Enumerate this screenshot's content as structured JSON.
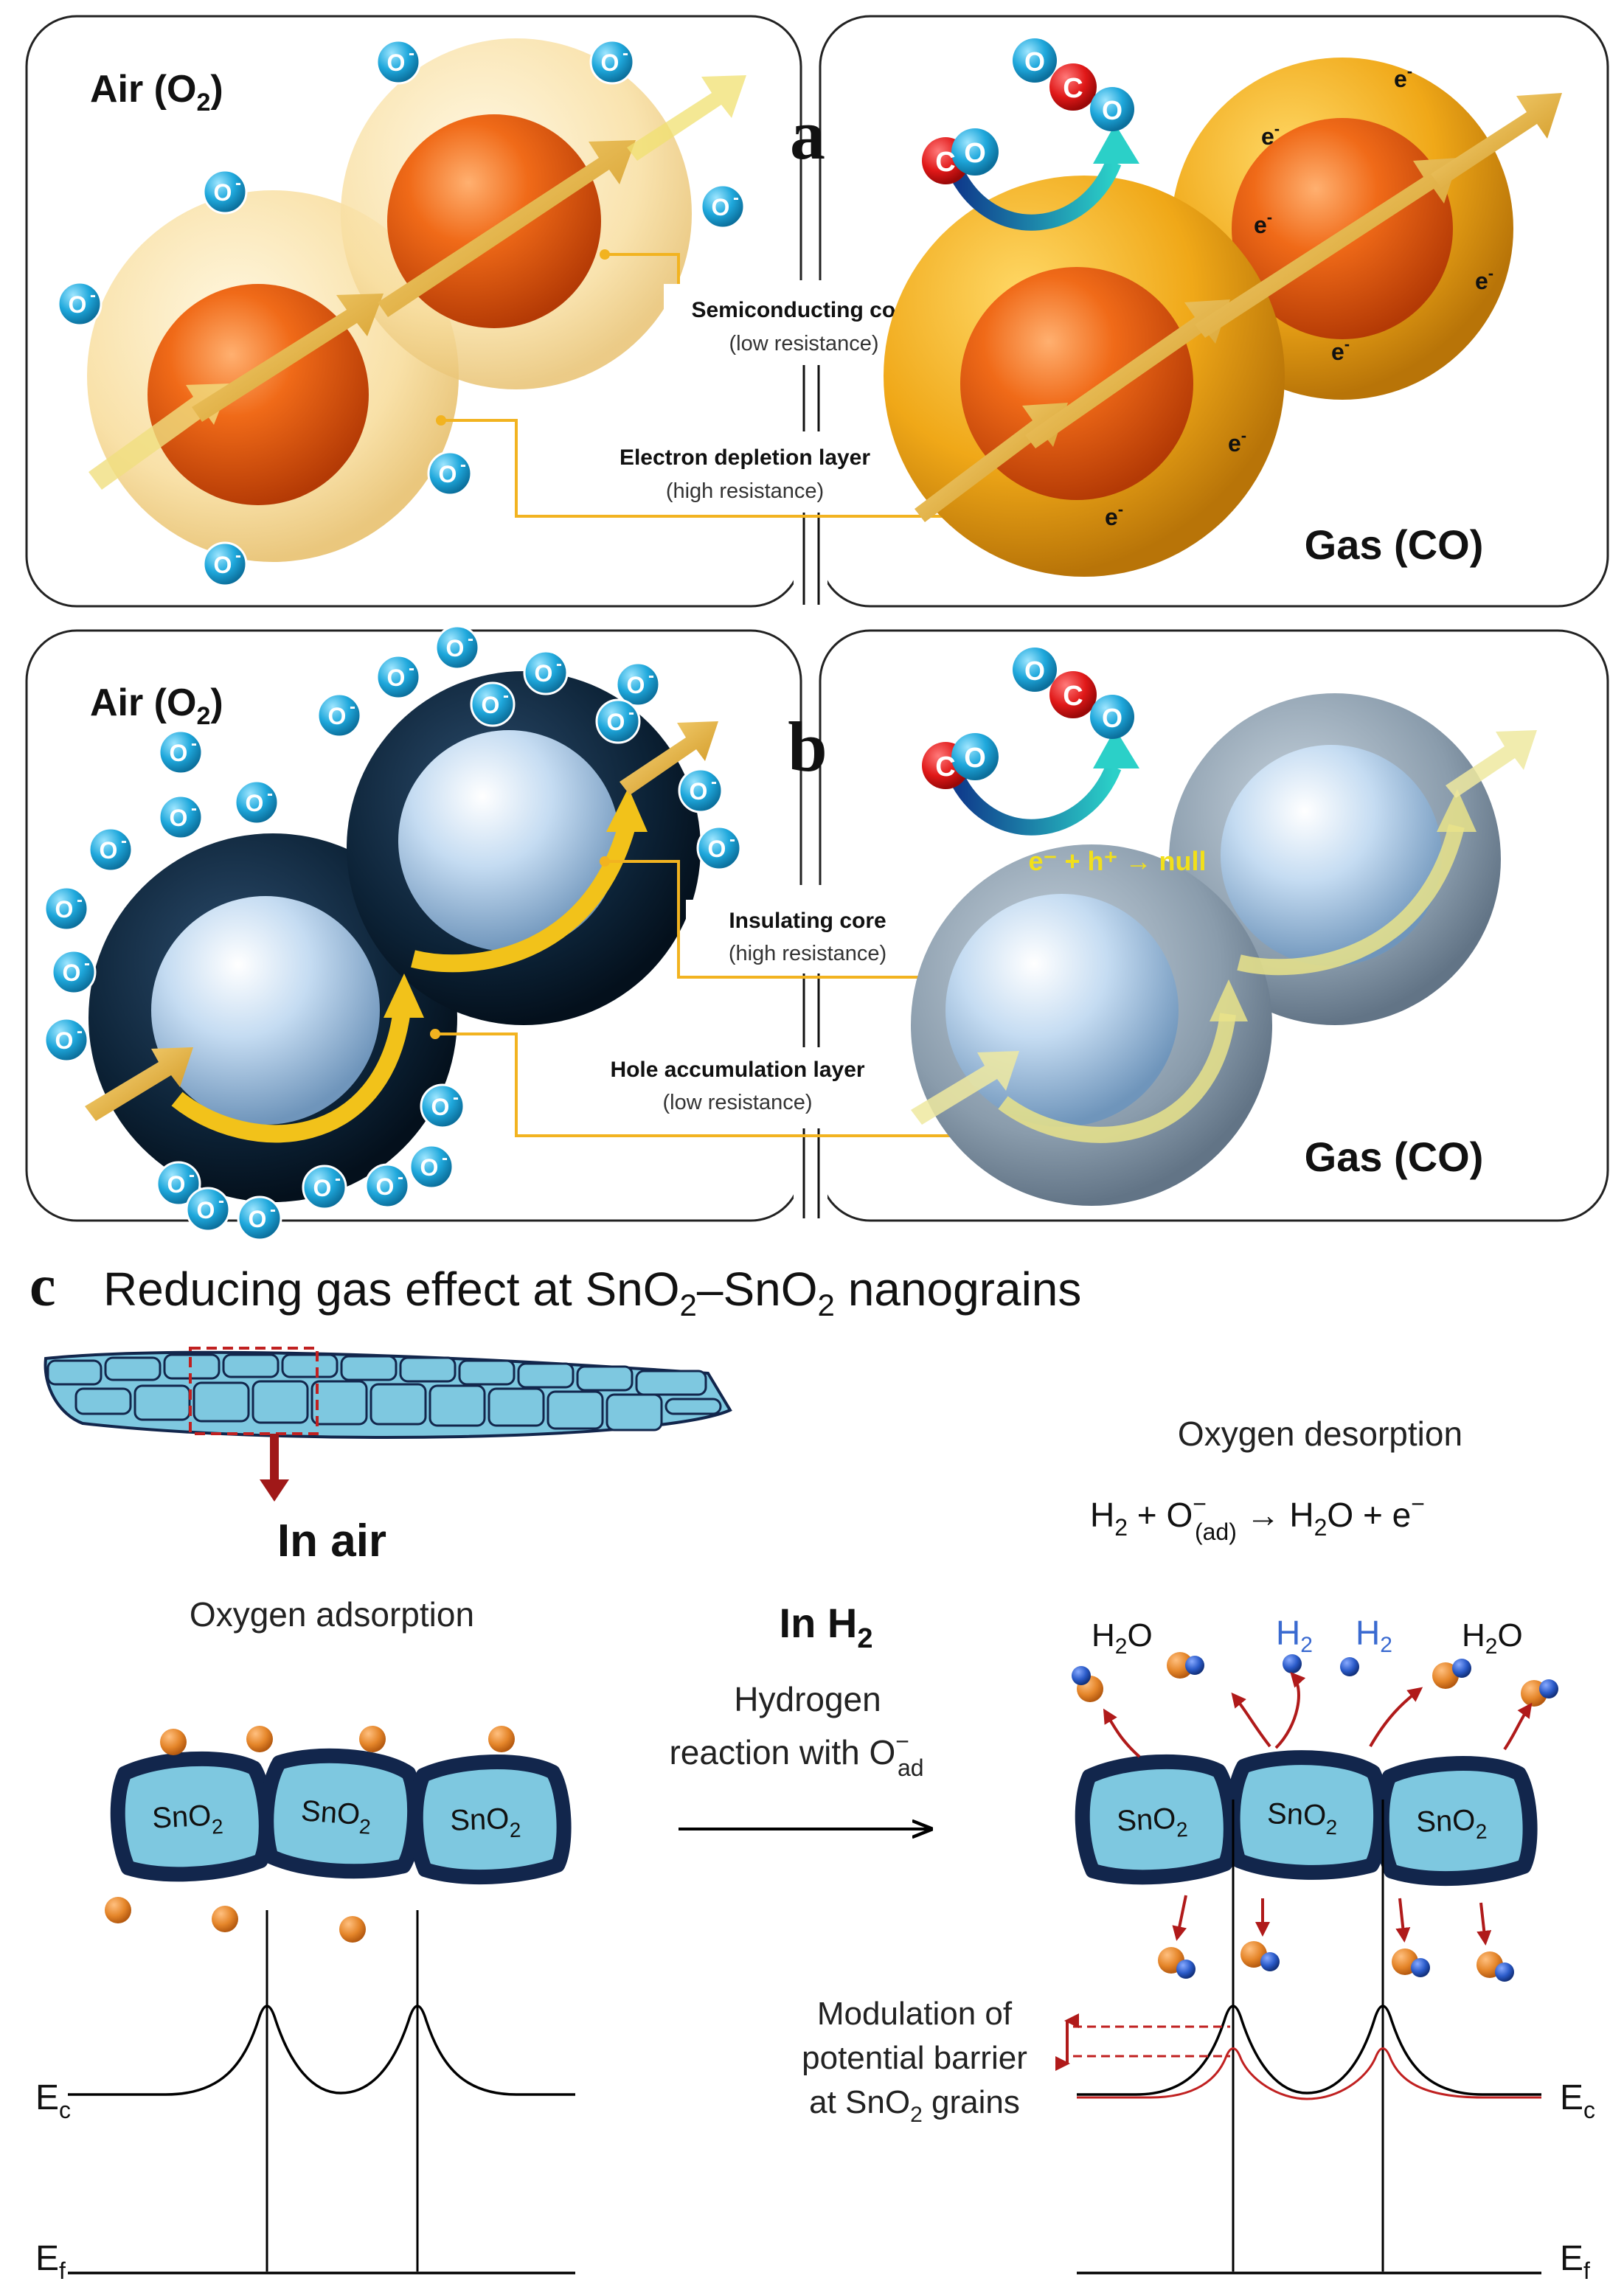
{
  "panel_a": {
    "label": "a",
    "left_env": "Air (O",
    "left_env_sub": "2",
    "left_env_close": ")",
    "right_env": "Gas (CO)",
    "ion_text": "O",
    "ion_charge": "-",
    "electron_text": "e",
    "electron_charge": "-",
    "core_label": "Semiconducting core",
    "core_sub": "(low resistance)",
    "layer_label": "Electron depletion layer",
    "layer_sub": "(high resistance)",
    "co_c": "C",
    "co_o": "O",
    "co2_o1": "O",
    "co2_c": "C",
    "co2_o2": "O",
    "colors": {
      "core": "#e35a0e",
      "shell_air": "#f7dfa6",
      "shell_gas": "#f0ac18",
      "ion": "#1fa8dc",
      "arrow": "#e8a81a"
    }
  },
  "panel_b": {
    "label": "b",
    "left_env": "Air (O",
    "left_env_sub": "2",
    "left_env_close": ")",
    "right_env": "Gas (CO)",
    "ion_text": "O",
    "ion_charge": "-",
    "reaction": "e⁻ + h⁺ → null",
    "core_label": "Insulating core",
    "core_sub": "(high resistance)",
    "layer_label": "Hole accumulation layer",
    "layer_sub": "(low resistance)",
    "co_c": "C",
    "co_o": "O",
    "co2_o1": "O",
    "co2_c": "C",
    "co2_o2": "O",
    "colors": {
      "core": "#b8d2ec",
      "shell_air": "#10283e",
      "shell_gas": "#7d8fa0",
      "ion": "#1fa8dc",
      "arrow": "#f2c21a"
    }
  },
  "panel_c": {
    "label": "c",
    "title_a": "Reducing gas effect at SnO",
    "title_sub1": "2",
    "title_b": "–SnO",
    "title_sub2": "2",
    "title_c": " nanograins",
    "in_air": "In air",
    "oxygen_adsorption": "Oxygen adsorption",
    "in_h2": "In H",
    "in_h2_sub": "2",
    "hydrogen_reaction_1": "Hydrogen",
    "hydrogen_reaction_2": "reaction with O",
    "hydrogen_reaction_sup": "−",
    "hydrogen_reaction_sub": "ad",
    "oxygen_desorption": "Oxygen desorption",
    "eq_h": "H",
    "eq_h_sub": "2",
    "eq_plus": " + O",
    "eq_o_sup": "−",
    "eq_o_sub": "(ad)",
    "eq_arrow": " → H",
    "eq_h2o_sub": "2",
    "eq_rest": "O + e",
    "eq_e_sup": "−",
    "grain_label": "SnO",
    "grain_label_sub": "2",
    "h2o_label": "H",
    "h2o_sub": "2",
    "h2o_end": "O",
    "h2_label": "H",
    "h2_sub": "2",
    "modulation_1": "Modulation of",
    "modulation_2": "potential barrier",
    "modulation_3": "at SnO",
    "modulation_sub": "2",
    "modulation_4": " grains",
    "ec": "E",
    "ec_sub": "c",
    "ef": "E",
    "ef_sub": "f",
    "colors": {
      "grain": "#7ec8e0",
      "grain_border": "#12264c",
      "oxygen": "#e58a2e",
      "hydrogen": "#2a5ac8",
      "arrow": "#b01a1a",
      "h2_text": "#3a6ad0"
    }
  }
}
